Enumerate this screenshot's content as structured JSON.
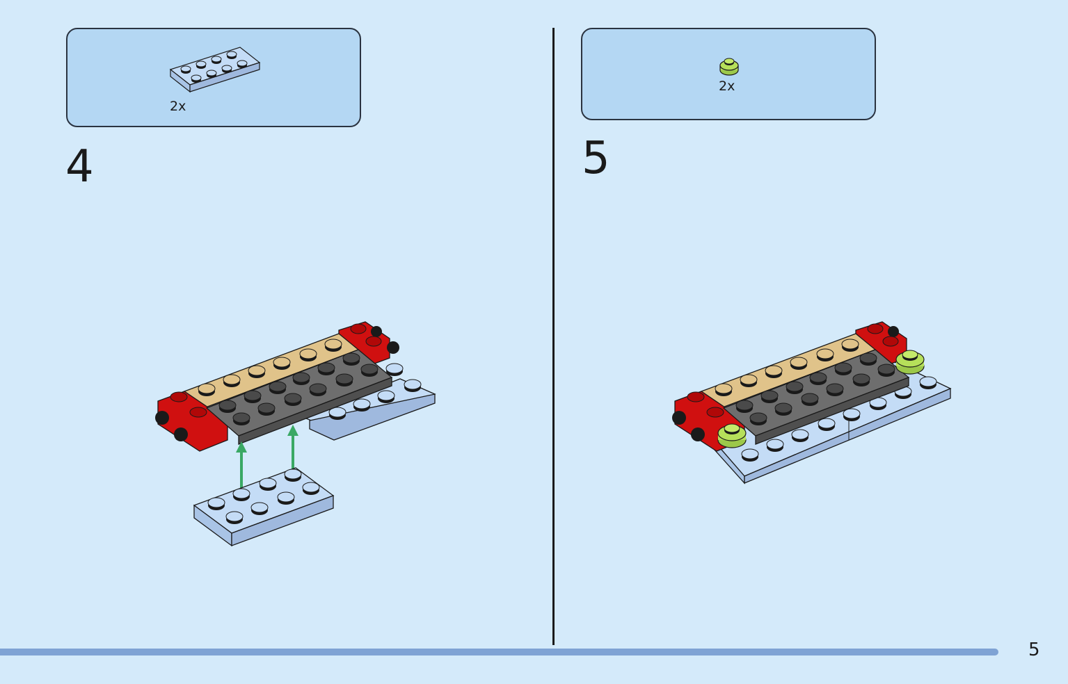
{
  "steps": [
    {
      "number": "4",
      "parts": [
        {
          "part": "plate-2x4-light-blue",
          "quantity": "2x"
        }
      ]
    },
    {
      "number": "5",
      "parts": [
        {
          "part": "round-plate-1x1-lime",
          "quantity": "2x"
        }
      ]
    }
  ],
  "page_number": "5",
  "progress_fraction": 0.935,
  "colors": {
    "background": "#d4eafa",
    "parts_box": "#b4d7f3",
    "light_blue_brick": "#b8d4f4",
    "red_brick": "#d01010",
    "dark_gray_brick": "#5f5f5f",
    "tan_brick": "#e0c38a",
    "lime_brick": "#b6e05a",
    "arrow_green": "#3aa864",
    "progress_bar": "#7fa3d4"
  }
}
